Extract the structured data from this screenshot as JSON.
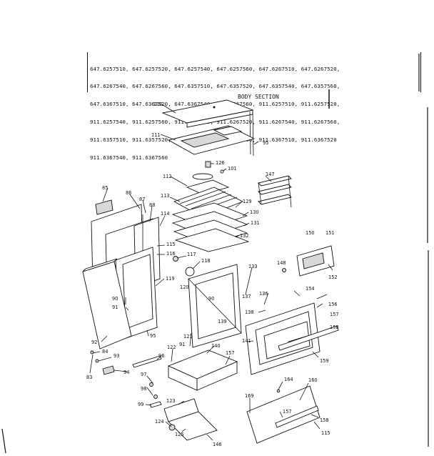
{
  "model_numbers": [
    "647.6257510, 647.6257520, 647.6257540, 647.6257560, 647.6267510, 647.6267520,",
    "647.6267540, 647.6267560, 647.6357510, 647.6357520, 647.6357540, 647.6357560,",
    "647.6367510, 647.6367520, 647.6367540, 647.6367560, 911.6257510, 911.6257520,",
    "911.6257540, 911.6257560, 911.6267540, 911.6267520, 911.6267540, 911.6267560,",
    "911.6357510, 911.6357520, 911.6357540, 911.6357560, 911.6367510, 911.6367520",
    "911.6367540, 911.6367560"
  ],
  "section_title": "BODY SECTION",
  "part_labels": {
    "p100": "100",
    "p111": "111",
    "p95a": "95",
    "p126": "126",
    "p101": "101",
    "p147": "147",
    "p112": "112",
    "p85": "85",
    "p86": "86",
    "p87": "87",
    "p88": "88",
    "p113": "113",
    "p129": "129",
    "p130": "130",
    "p131": "131",
    "p132": "132",
    "p114": "114",
    "p115": "115",
    "p116": "116",
    "p117": "117",
    "p118": "118",
    "p150": "150",
    "p151": "151",
    "p148": "148",
    "p152": "152",
    "p133": "133",
    "p119": "119",
    "p120": "120",
    "p90a": "90",
    "p91": "91",
    "p90b": "90",
    "p95b": "95",
    "p137": "137",
    "p136": "136",
    "p154": "154",
    "p138": "138",
    "p139": "139",
    "p156": "156",
    "p157a": "157",
    "p158a": "158",
    "p141": "141",
    "p121": "121",
    "p159": "159",
    "p92": "92",
    "p84": "84",
    "p93": "93",
    "p122": "122",
    "p91b": "91",
    "p140": "140",
    "p157b": "157",
    "p96": "96",
    "p83": "83",
    "p94": "94",
    "p97": "97",
    "p98": "98",
    "p164": "164",
    "p160": "160",
    "p169": "169",
    "p99": "99",
    "p123": "123",
    "p157c": "157",
    "p158b": "158",
    "p124": "124",
    "p125": "125",
    "p146": "146",
    "p115b": "115"
  }
}
